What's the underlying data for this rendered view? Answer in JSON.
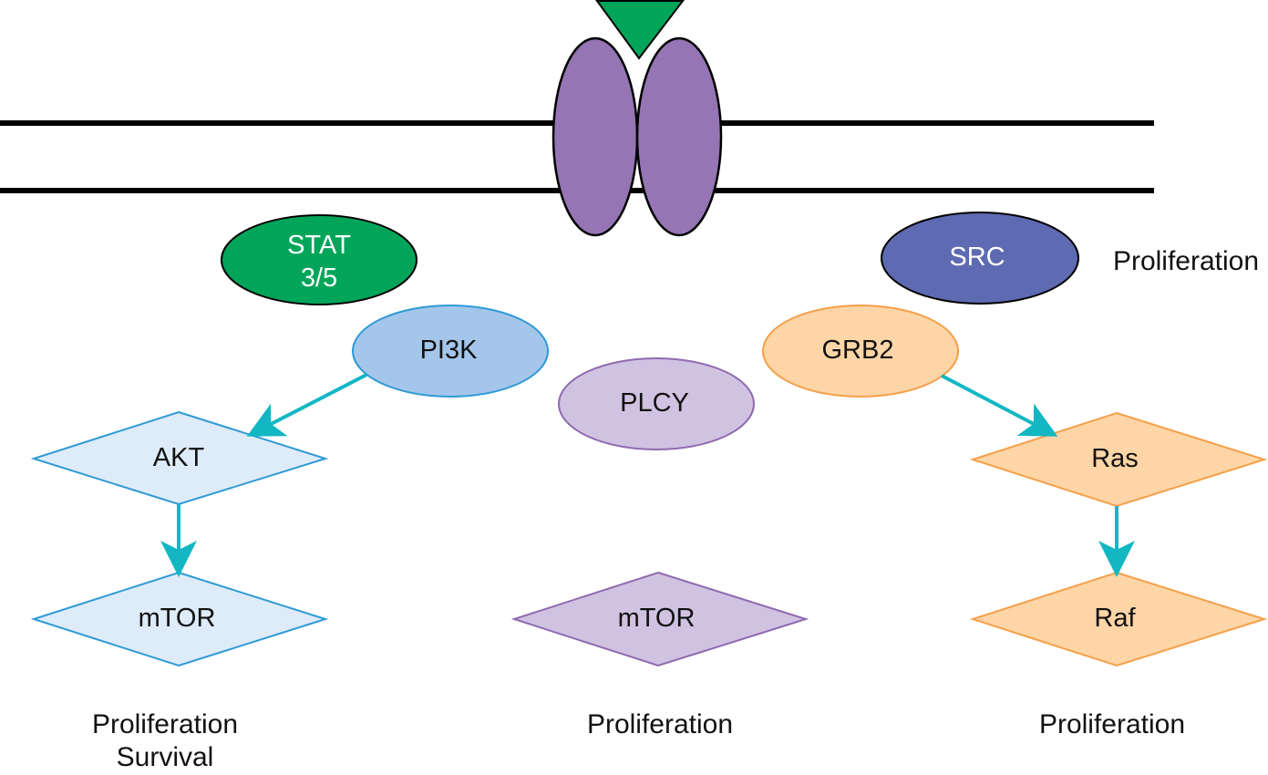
{
  "diagram": {
    "title": "Receptor signaling pathways",
    "receptor": {
      "ligand": {
        "shape": "triangle",
        "color": "#00A55A"
      },
      "subunit_color": "#9575B4",
      "membrane_color": "#000000"
    },
    "nodes": {
      "stat": {
        "label_line1": "STAT",
        "label_line2": "3/5",
        "fill": "#00A55A",
        "stroke": "#000000",
        "text_color": "#ffffff"
      },
      "src": {
        "label": "SRC",
        "fill": "#5E6AB1",
        "stroke": "#000000",
        "text_color": "#ffffff"
      },
      "pi3k": {
        "label": "PI3K",
        "fill": "#A4C6EA",
        "stroke": "#2E9AD6"
      },
      "plcy": {
        "label": "PLCY",
        "fill": "#D0C3E2",
        "stroke": "#8E6BB0"
      },
      "grb2": {
        "label": "GRB2",
        "fill": "#FDD5A6",
        "stroke": "#F5A04A"
      },
      "akt": {
        "label": "AKT",
        "fill": "#DEEBF8",
        "stroke": "#2E9AD6"
      },
      "mtor_left": {
        "label": "mTOR",
        "fill": "#DEEBF8",
        "stroke": "#2E9AD6"
      },
      "mtor_center": {
        "label": "mTOR",
        "fill": "#D0C3E2",
        "stroke": "#8E6BB0"
      },
      "ras": {
        "label": "Ras",
        "fill": "#FDD5A6",
        "stroke": "#F5A04A"
      },
      "raf": {
        "label": "Raf",
        "fill": "#FDD5A6",
        "stroke": "#F5A04A"
      }
    },
    "edges": [
      {
        "from": "PI3K",
        "to": "AKT"
      },
      {
        "from": "AKT",
        "to": "mTOR"
      },
      {
        "from": "GRB2",
        "to": "Ras"
      },
      {
        "from": "Ras",
        "to": "Raf"
      }
    ],
    "arrow_color": "#13B7C4",
    "outcomes": {
      "src": "Proliferation",
      "left_line1": "Proliferation",
      "left_line2": "Survival",
      "center": "Proliferation",
      "right": "Proliferation"
    }
  }
}
